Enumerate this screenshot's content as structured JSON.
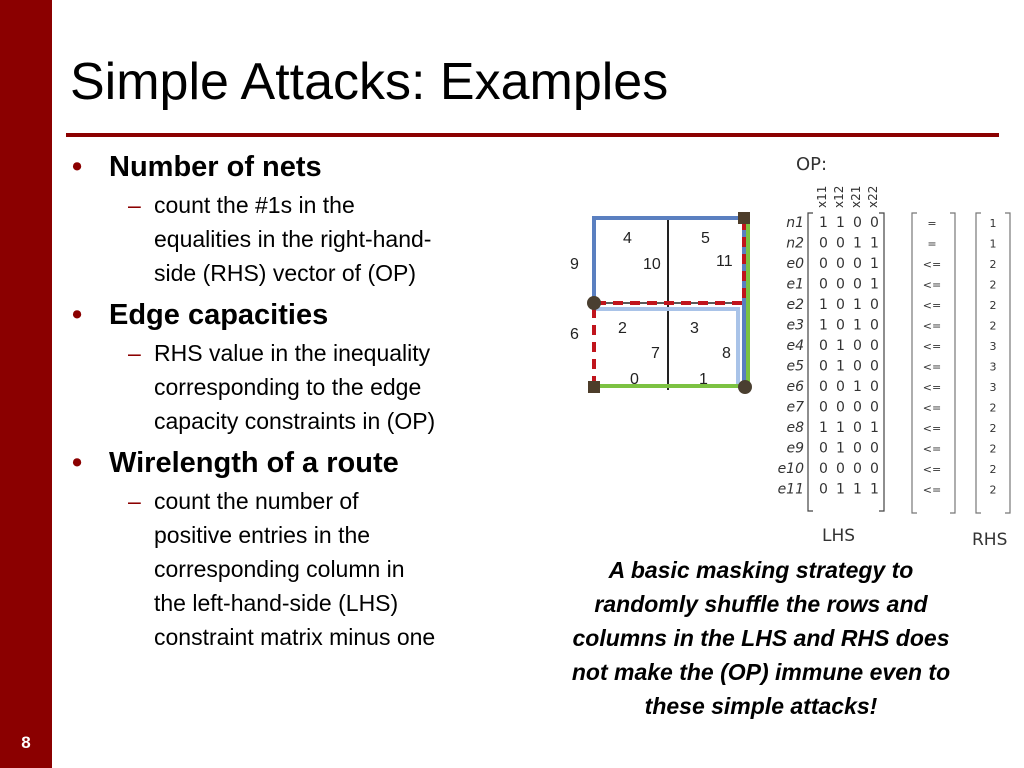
{
  "slide": {
    "title": "Simple Attacks: Examples",
    "page_number": "8",
    "accent_color": "#8b0000"
  },
  "bullets": [
    {
      "heading": "Number of nets",
      "sub": [
        "count the #1s in the",
        "equalities in the right-hand-",
        "side (RHS) vector of (OP)"
      ]
    },
    {
      "heading": "Edge capacities",
      "sub": [
        "RHS value in the inequality",
        "corresponding to the edge",
        "capacity constraints in (OP)"
      ]
    },
    {
      "heading": "Wirelength of a route",
      "sub": [
        "count the number of",
        "positive entries in the",
        "corresponding column in",
        "the left-hand-side (LHS)",
        "constraint matrix minus one"
      ]
    }
  ],
  "caption": [
    "A basic masking strategy to",
    "randomly shuffle the rows and",
    "columns in the LHS and RHS does",
    "not make the (OP) immune even to",
    "these simple attacks!"
  ],
  "grid_figure": {
    "edge_labels": [
      "4",
      "5",
      "9",
      "10",
      "11",
      "6",
      "2",
      "3",
      "7",
      "8",
      "0",
      "1"
    ]
  },
  "op_figure": {
    "title": "OP:",
    "columns": [
      "x11",
      "x12",
      "x21",
      "x22"
    ],
    "rows": [
      {
        "label": "n1",
        "values": [
          "1",
          "1",
          "0",
          "0"
        ],
        "op": "=",
        "rhs": "1"
      },
      {
        "label": "n2",
        "values": [
          "0",
          "0",
          "1",
          "1"
        ],
        "op": "=",
        "rhs": "1"
      },
      {
        "label": "e0",
        "values": [
          "0",
          "0",
          "0",
          "1"
        ],
        "op": "<=",
        "rhs": "2"
      },
      {
        "label": "e1",
        "values": [
          "0",
          "0",
          "0",
          "1"
        ],
        "op": "<=",
        "rhs": "2"
      },
      {
        "label": "e2",
        "values": [
          "1",
          "0",
          "1",
          "0"
        ],
        "op": "<=",
        "rhs": "2"
      },
      {
        "label": "e3",
        "values": [
          "1",
          "0",
          "1",
          "0"
        ],
        "op": "<=",
        "rhs": "2"
      },
      {
        "label": "e4",
        "values": [
          "0",
          "1",
          "0",
          "0"
        ],
        "op": "<=",
        "rhs": "3"
      },
      {
        "label": "e5",
        "values": [
          "0",
          "1",
          "0",
          "0"
        ],
        "op": "<=",
        "rhs": "3"
      },
      {
        "label": "e6",
        "values": [
          "0",
          "0",
          "1",
          "0"
        ],
        "op": "<=",
        "rhs": "3"
      },
      {
        "label": "e7",
        "values": [
          "0",
          "0",
          "0",
          "0"
        ],
        "op": "<=",
        "rhs": "2"
      },
      {
        "label": "e8",
        "values": [
          "1",
          "1",
          "0",
          "1"
        ],
        "op": "<=",
        "rhs": "2"
      },
      {
        "label": "e9",
        "values": [
          "0",
          "1",
          "0",
          "0"
        ],
        "op": "<=",
        "rhs": "2"
      },
      {
        "label": "e10",
        "values": [
          "0",
          "0",
          "0",
          "0"
        ],
        "op": "<=",
        "rhs": "2"
      },
      {
        "label": "e11",
        "values": [
          "0",
          "1",
          "1",
          "1"
        ],
        "op": "<=",
        "rhs": "2"
      }
    ],
    "lhs_label": "LHS",
    "rhs_label": "RHS"
  }
}
